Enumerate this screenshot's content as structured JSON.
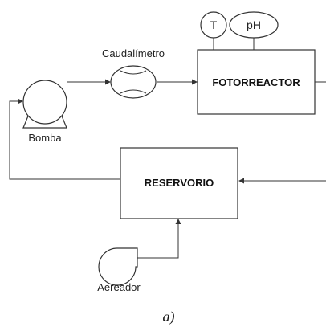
{
  "diagram": {
    "flowmeter_label": "Caudalímetro",
    "photoreactor_label": "FOTORREACTOR",
    "reservoir_label": "RESERVORIO",
    "pump_label": "Bomba",
    "aerator_label": "Aereador",
    "temp_sensor_label": "T",
    "ph_sensor_label": "pH",
    "caption": "a)"
  }
}
